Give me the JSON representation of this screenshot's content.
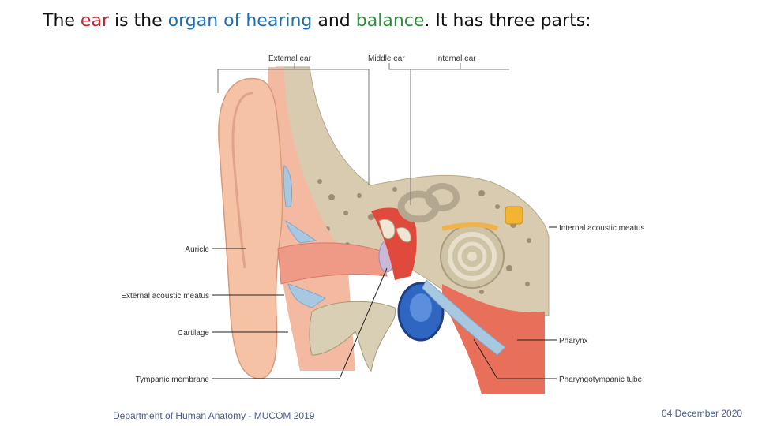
{
  "title": {
    "t1": "The ",
    "t2": "ear",
    "t3": " is the ",
    "t4": "organ of hearing",
    "t5": " and ",
    "t6": "balance",
    "t7": ". It has three parts:"
  },
  "figure": {
    "labels": {
      "external_ear": "External ear",
      "middle_ear": "Middle ear",
      "internal_ear": "Internal ear",
      "auricle": "Auricle",
      "external_acoustic_meatus": "External acoustic meatus",
      "cartilage": "Cartilage",
      "tympanic_membrane": "Tympanic membrane",
      "internal_acoustic_meatus": "Internal acoustic meatus",
      "pharynx": "Pharynx",
      "pharyngotympanic_tube": "Pharyngotympanic tube"
    }
  },
  "footer": {
    "department": "Department of Human Anatomy - MUCOM 2019",
    "date": "04 December 2020"
  },
  "colors": {
    "title_red": "#c0272d",
    "title_blue": "#1f6fb0",
    "title_green": "#2e8b3a",
    "footer_text": "#4a5a8a"
  }
}
